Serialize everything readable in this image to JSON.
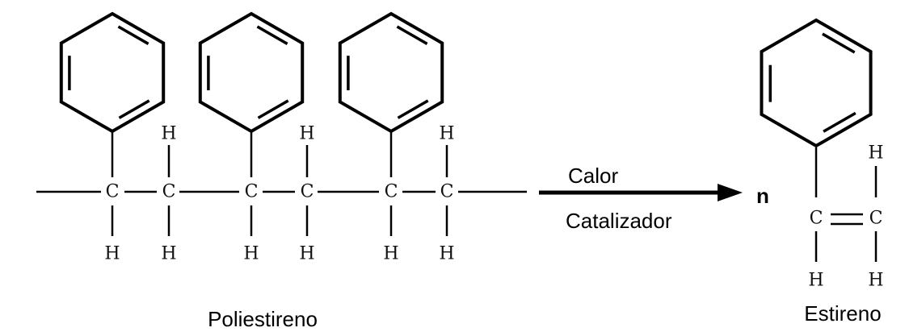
{
  "polymer": {
    "name": "Poliestireno",
    "chain_atoms": [
      "C",
      "C",
      "C",
      "C",
      "C",
      "C"
    ],
    "hydrogen_label": "H"
  },
  "reaction": {
    "condition_top": "Calor",
    "condition_bottom": "Catalizador",
    "coefficient": "n"
  },
  "monomer": {
    "name": "Estireno",
    "carbon_label": "C",
    "hydrogen_label": "H"
  }
}
